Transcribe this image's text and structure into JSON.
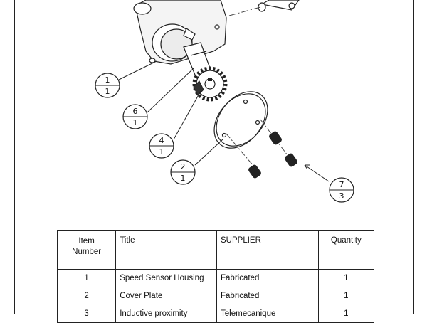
{
  "balloons": [
    {
      "item": "1",
      "qty": "1"
    },
    {
      "item": "6",
      "qty": "1"
    },
    {
      "item": "4",
      "qty": "1"
    },
    {
      "item": "2",
      "qty": "1"
    },
    {
      "item": "7",
      "qty": "3"
    }
  ],
  "bom": {
    "headers": {
      "item_number_line1": "Item",
      "item_number_line2": "Number",
      "title": "Title",
      "supplier": "SUPPLIER",
      "quantity": "Quantity"
    },
    "rows": [
      {
        "item": "1",
        "title": "Speed Sensor Housing",
        "supplier": "Fabricated",
        "qty": "1"
      },
      {
        "item": "2",
        "title": "Cover Plate",
        "supplier": "Fabricated",
        "qty": "1"
      },
      {
        "item": "3",
        "title": "Inductive proximity",
        "supplier": "Telemecanique",
        "qty": "1"
      }
    ]
  }
}
